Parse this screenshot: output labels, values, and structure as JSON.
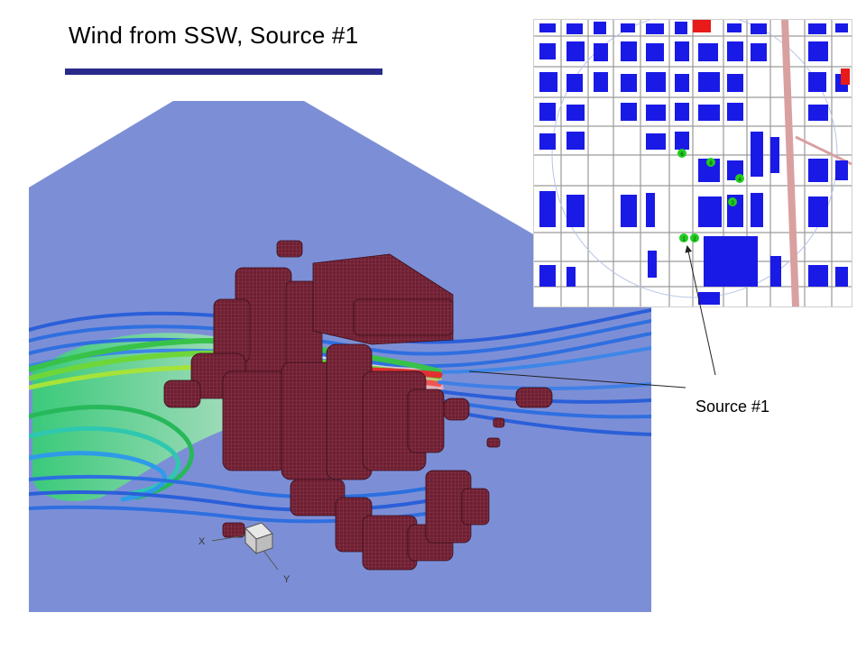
{
  "slide": {
    "title": "Wind from SSW, Source #1",
    "callout": "Source #1"
  },
  "axes_triad": {
    "x_label": "X",
    "y_label": "Y"
  },
  "map": {
    "marker_labels": [
      "6",
      "8",
      "4",
      "3",
      "1",
      "2"
    ]
  },
  "colors": {
    "title_bar": "#2a2a8c",
    "ground": "#7c8fd6",
    "buildings": "#6e1f32",
    "map_buildings": "#1a1ae6",
    "markers": "#22cc22"
  }
}
